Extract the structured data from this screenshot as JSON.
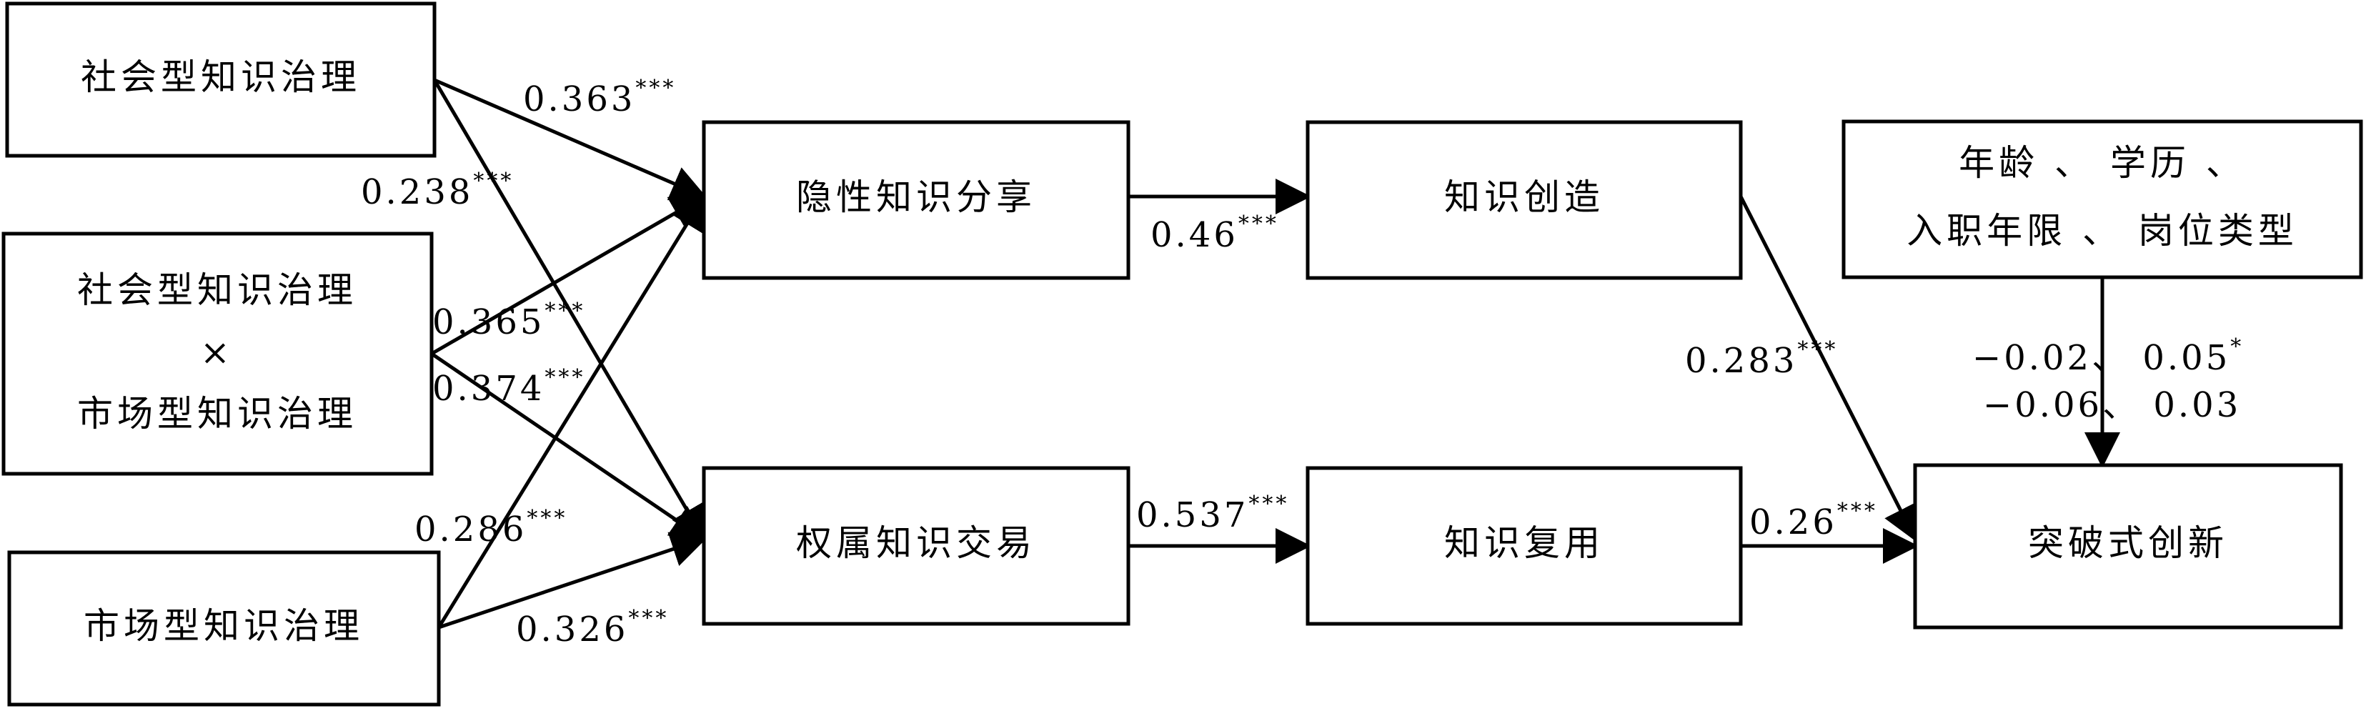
{
  "nodes": {
    "social_gov": "社会型知识治理",
    "interaction_line1": "社会型知识治理",
    "interaction_symbol": "×",
    "interaction_line2": "市场型知识治理",
    "market_gov": "市场型知识治理",
    "tacit_sharing": "隐性知识分享",
    "property_trading": "权属知识交易",
    "knowledge_creation": "知识创造",
    "knowledge_reuse": "知识复用",
    "controls_line1": "年龄 、 学历 、",
    "controls_line2": "入职年限 、 岗位类型",
    "breakthrough": "突破式创新"
  },
  "coefficients": {
    "social_to_tacit": {
      "value": "0.363",
      "stars": "***"
    },
    "social_to_property": {
      "value": "0.238",
      "stars": "***"
    },
    "interaction_to_tacit": {
      "value": "0.365",
      "stars": "***"
    },
    "interaction_to_property": {
      "value": "0.374",
      "stars": "***"
    },
    "market_to_tacit": {
      "value": "0.286",
      "stars": "***"
    },
    "market_to_property": {
      "value": "0.326",
      "stars": "***"
    },
    "tacit_to_creation": {
      "value": "0.46",
      "stars": "***"
    },
    "property_to_reuse": {
      "value": "0.537",
      "stars": "***"
    },
    "creation_to_breakthrough": {
      "value": "0.283",
      "stars": "***"
    },
    "reuse_to_breakthrough": {
      "value": "0.26",
      "stars": "***"
    },
    "controls_line1": {
      "value": "−0.02、 0.05",
      "stars": "*"
    },
    "controls_line2": {
      "value": "−0.06、 0.03",
      "stars": ""
    }
  }
}
